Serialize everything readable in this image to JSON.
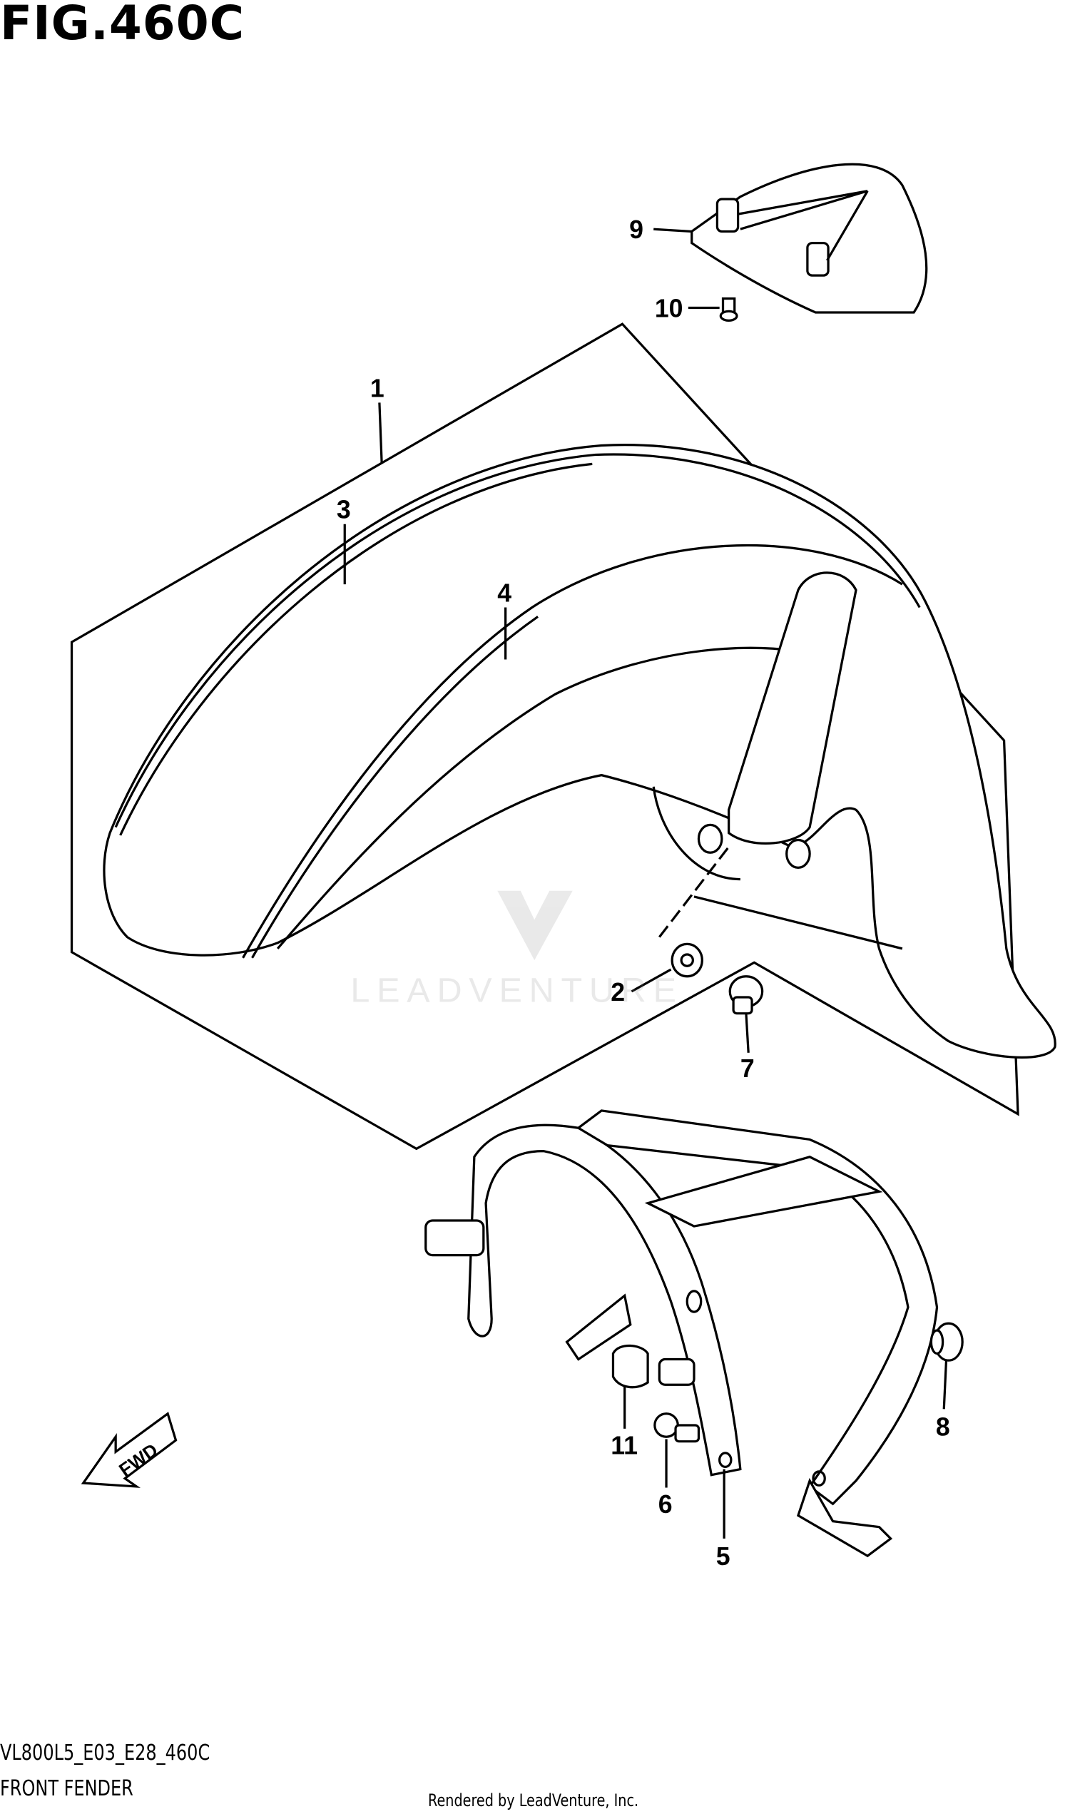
{
  "title": "FIG.460C",
  "footer": {
    "model_code": "VL800L5_E03_E28_460C",
    "section_name": "FRONT FENDER",
    "credit": "Rendered by LeadVenture, Inc."
  },
  "watermark": "LEADVENTURE",
  "fwd_label": "FWD",
  "callouts": [
    "1",
    "2",
    "3",
    "4",
    "5",
    "6",
    "7",
    "8",
    "9",
    "10",
    "11"
  ]
}
